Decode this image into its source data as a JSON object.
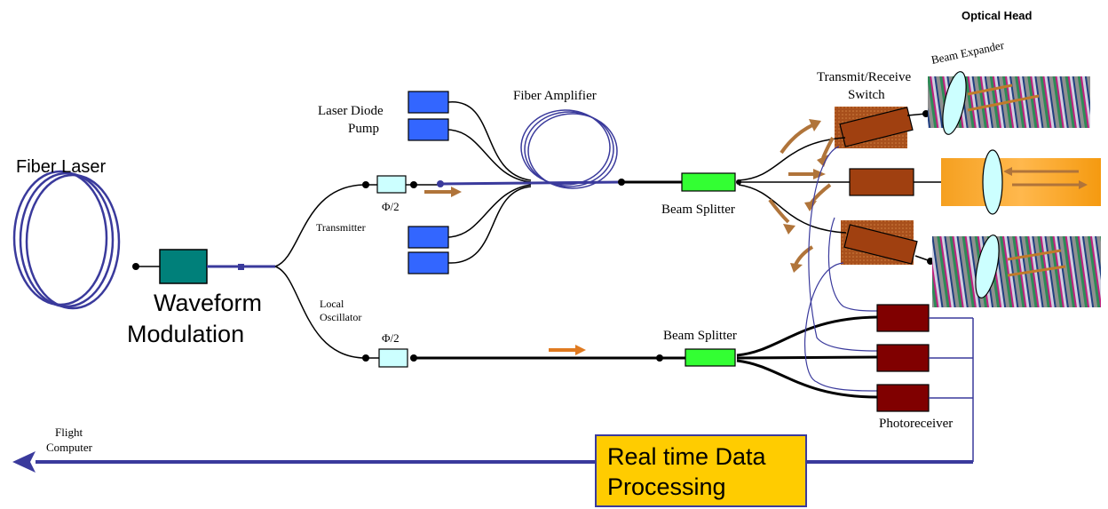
{
  "title": "Optical Head",
  "labels": {
    "fiber_laser": "Fiber Laser",
    "waveform_line1": "Waveform",
    "waveform_line2": "Modulation",
    "laser_diode_line1": "Laser Diode",
    "laser_diode_line2": "Pump",
    "fiber_amplifier": "Fiber Amplifier",
    "transmitter": "Transmitter",
    "local_osc_line1": "Local",
    "local_osc_line2": "Oscillator",
    "phi_top": "Φ/2",
    "phi_bottom": "Φ/2",
    "beam_splitter_top": "Beam Splitter",
    "beam_splitter_bottom": "Beam Splitter",
    "tr_switch_line1": "Transmit/Receive",
    "tr_switch_line2": "Switch",
    "beam_expander": "Beam Expander",
    "photoreceiver": "Photoreceiver",
    "flight_line1": "Flight",
    "flight_line2": "Computer",
    "rtdp_line1": "Real time Data",
    "rtdp_line2": "Processing"
  },
  "colors": {
    "fiber_blue": "#3a3a9c",
    "pump_blue": "#3366ff",
    "amp_teal": "#00807a",
    "splitter_green": "#33ff33",
    "phase_cyan": "#ccffff",
    "switch_brown": "#a04010",
    "receiver_red": "#800000",
    "arrow_orange": "#b0743a",
    "rtdp_yellow": "#ffcc00"
  }
}
